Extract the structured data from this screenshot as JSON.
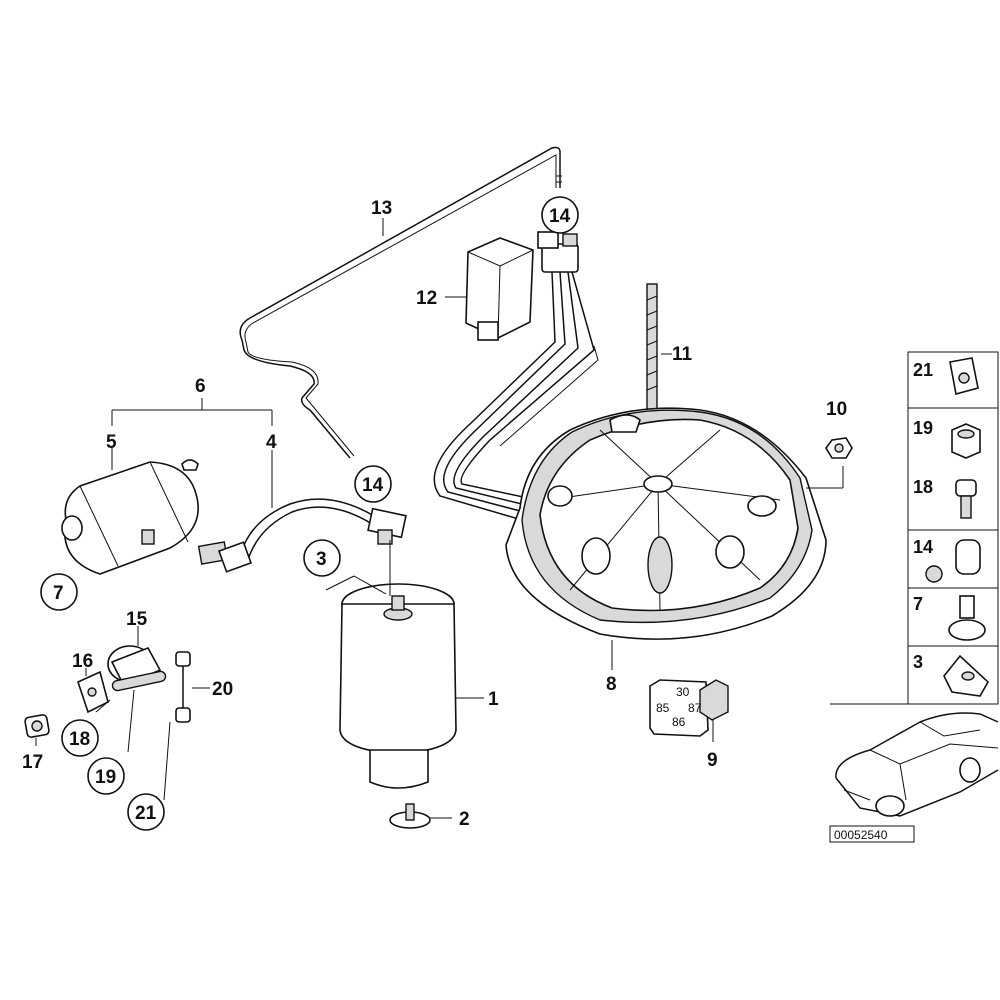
{
  "callouts": {
    "c1": "1",
    "c2": "2",
    "c3": "3",
    "c4": "4",
    "c5": "5",
    "c6": "6",
    "c7": "7",
    "c8": "8",
    "c9": "9",
    "c10": "10",
    "c11": "11",
    "c12": "12",
    "c13": "13",
    "c14_top": "14",
    "c14_mid": "14",
    "c15": "15",
    "c16": "16",
    "c17": "17",
    "c18": "18",
    "c19": "19",
    "c20": "20",
    "c21": "21"
  },
  "legend": {
    "items": [
      "21",
      "19",
      "18",
      "14",
      "7",
      "3"
    ]
  },
  "relay_pins": {
    "p30": "30",
    "p87": "87",
    "p85": "85",
    "p86": "86"
  },
  "reference_number": "00052540"
}
